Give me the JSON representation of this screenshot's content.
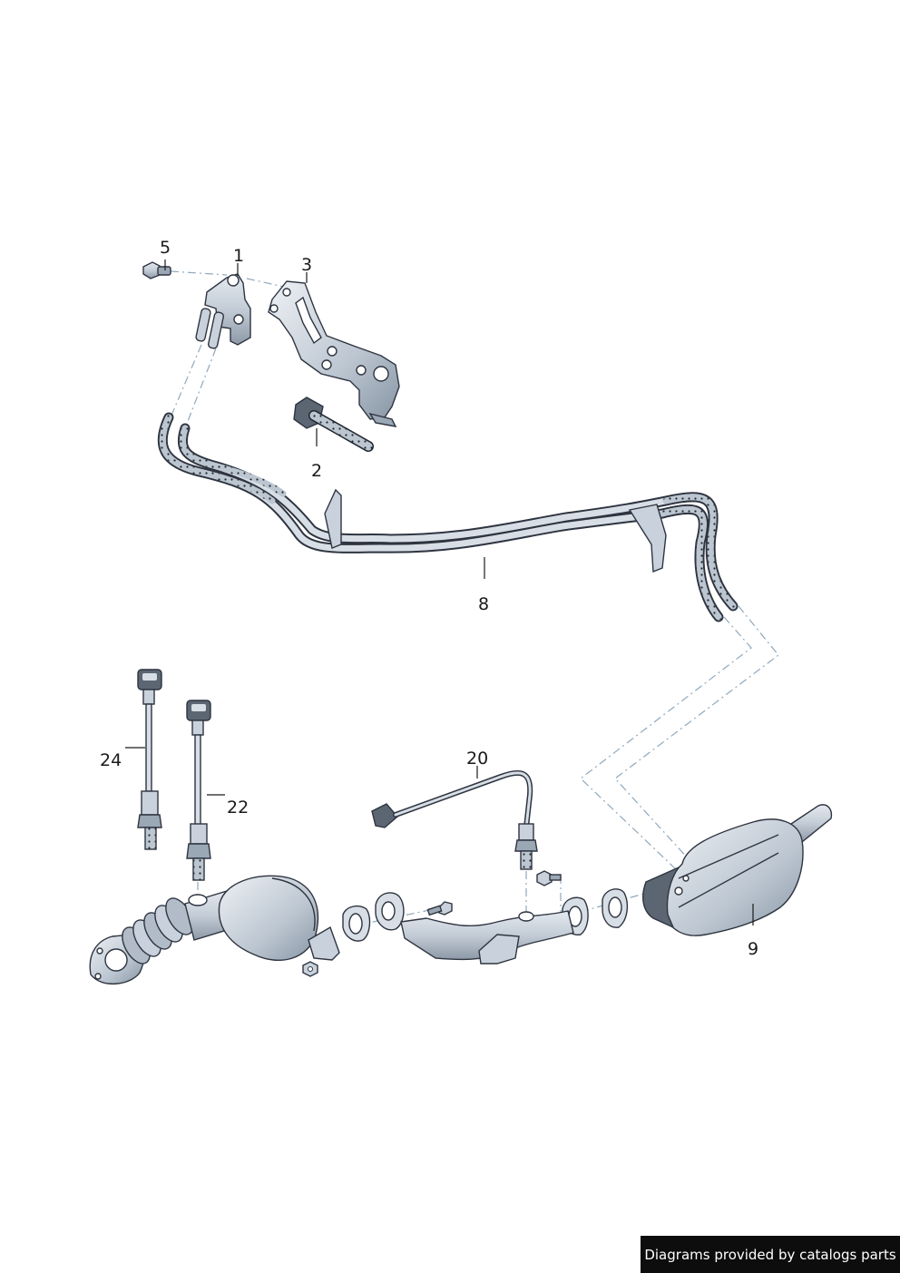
{
  "parts": [
    {
      "id": "1",
      "label": "1"
    },
    {
      "id": "2",
      "label": "2"
    },
    {
      "id": "3",
      "label": "3"
    },
    {
      "id": "5",
      "label": "5"
    },
    {
      "id": "8",
      "label": "8"
    },
    {
      "id": "9",
      "label": "9"
    },
    {
      "id": "20",
      "label": "20"
    },
    {
      "id": "22",
      "label": "22"
    },
    {
      "id": "24",
      "label": "24"
    }
  ],
  "footer": {
    "text": "Diagrams provided by catalogs parts"
  },
  "colors": {
    "part_fill": "#c9d2dc",
    "part_shadow": "#9aa7b5",
    "outline": "#2e3440",
    "dash_line": "#8fa8bd",
    "banner_bg": "#0d0d0d",
    "banner_text": "#ffffff"
  }
}
